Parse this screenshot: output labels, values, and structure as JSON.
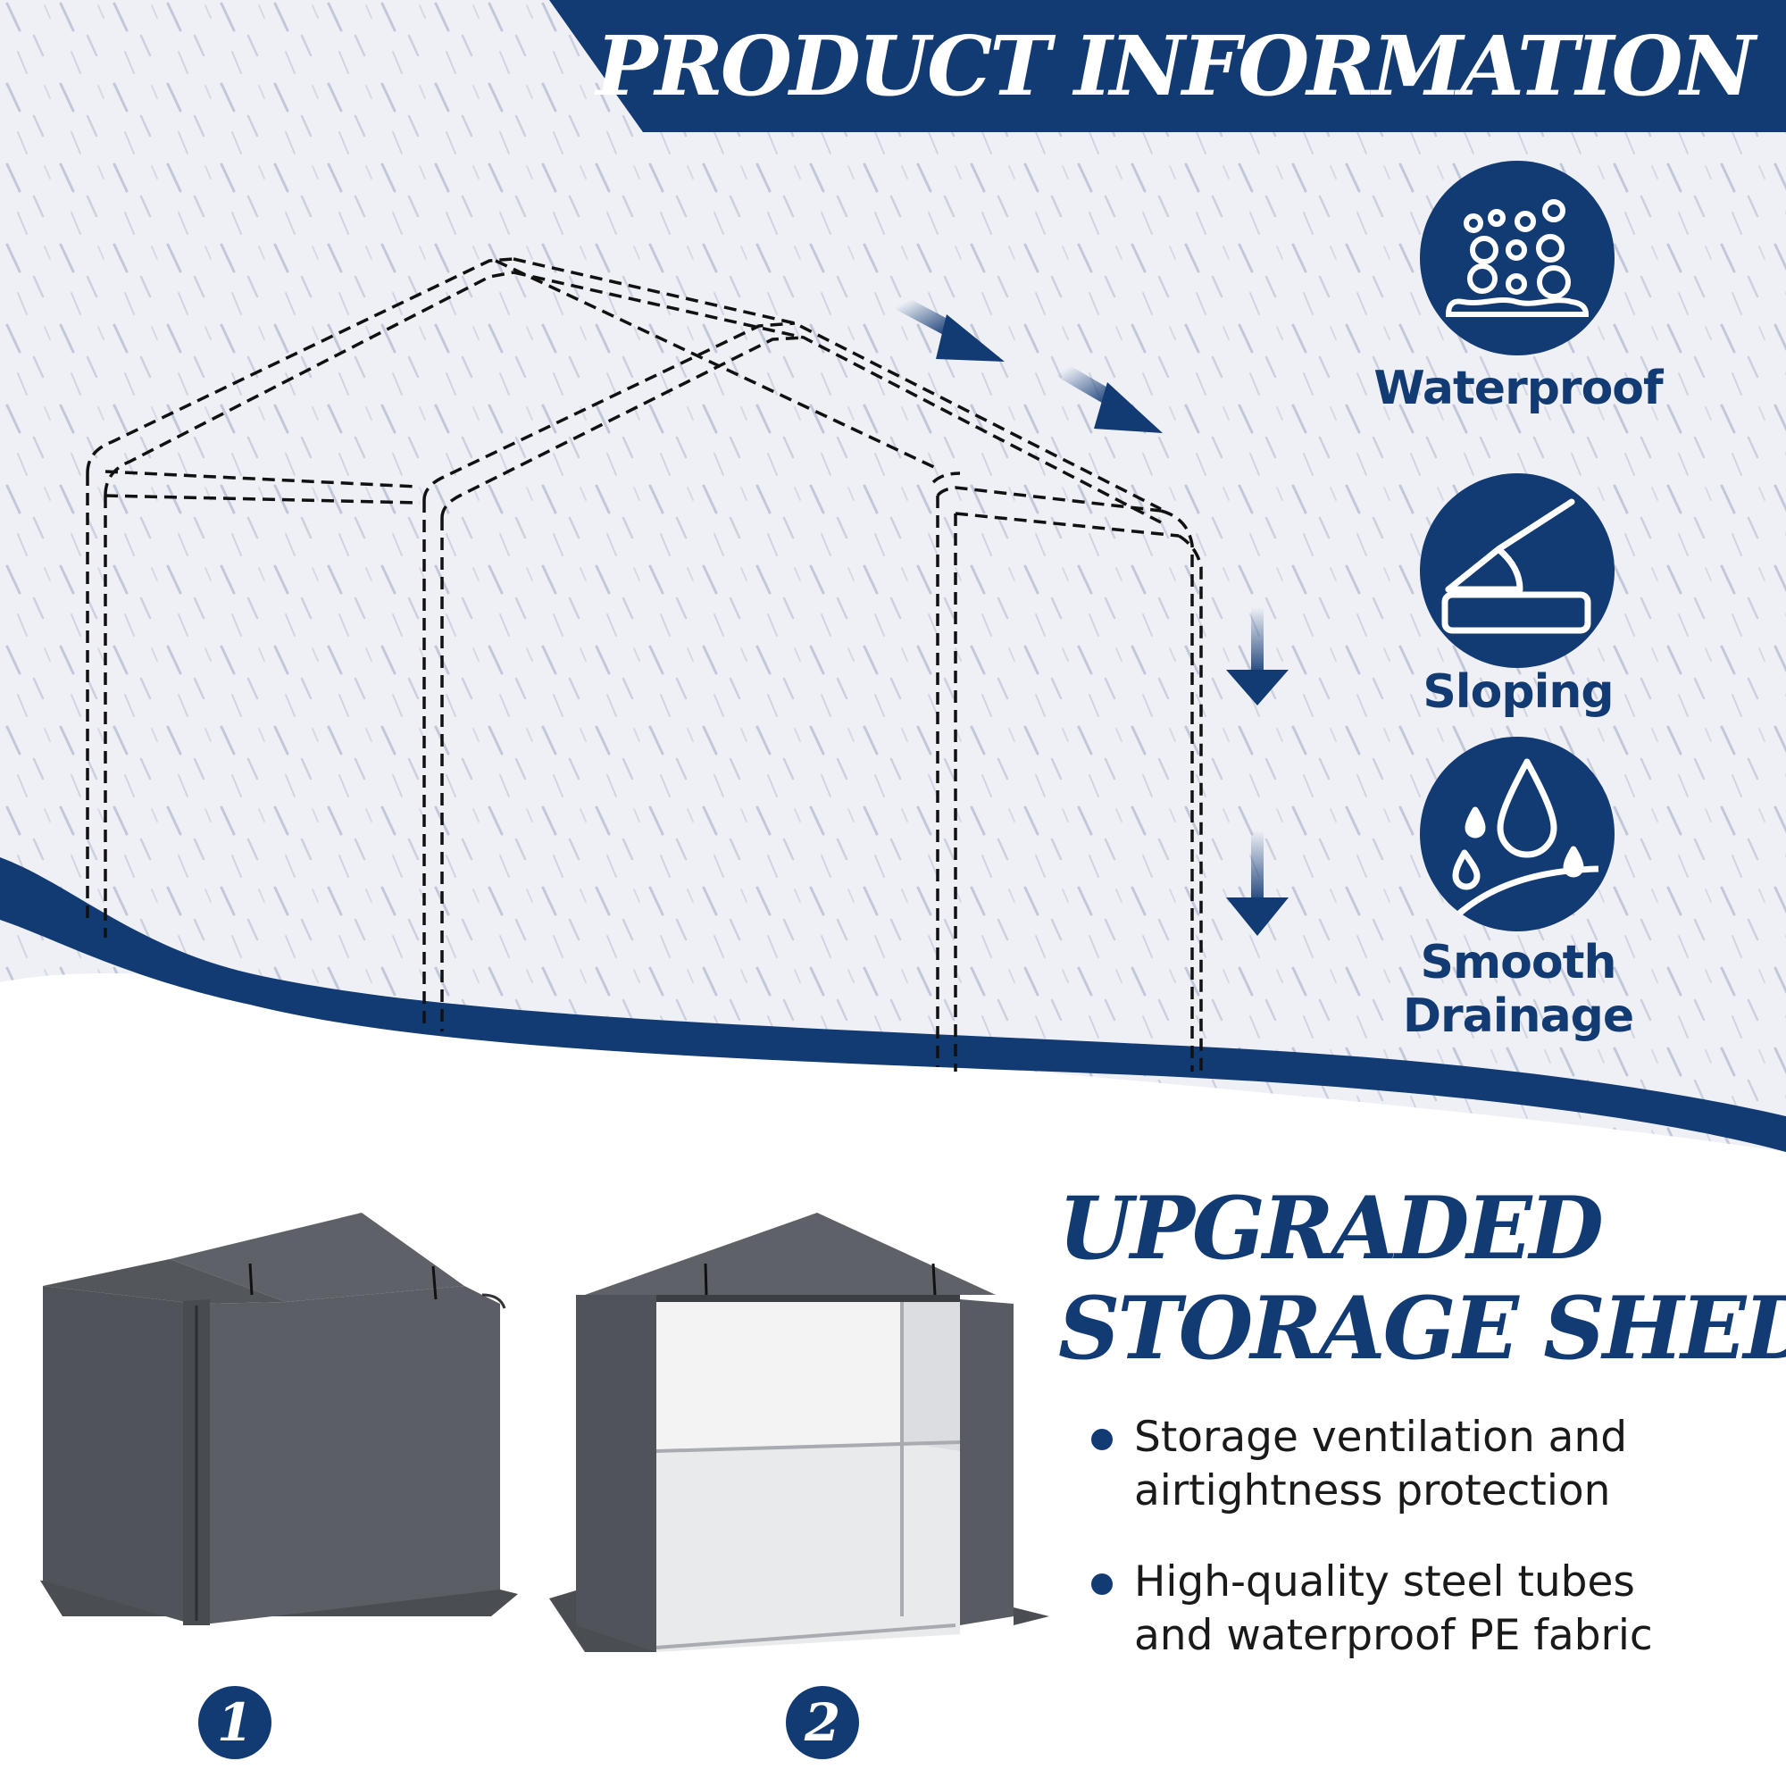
{
  "banner": {
    "title": "PRODUCT INFORMATION"
  },
  "features": [
    {
      "label": "Waterproof",
      "icon": "bubbles-icon"
    },
    {
      "label": "Sloping",
      "icon": "slope-icon"
    },
    {
      "label": "Smooth Drainage",
      "label_lines": [
        "Smooth",
        "Drainage"
      ],
      "icon": "water-drops-icon"
    }
  ],
  "section": {
    "heading_lines": [
      "UPGRADED",
      "STORAGE SHED"
    ],
    "bullets": [
      {
        "lines": [
          "Storage ventilation and",
          "airtightness protection"
        ]
      },
      {
        "lines": [
          "High-quality steel tubes",
          "and waterproof PE fabric"
        ]
      }
    ]
  },
  "products": [
    {
      "number": "1",
      "state": "closed"
    },
    {
      "number": "2",
      "state": "open"
    }
  ],
  "colors": {
    "navy": "#123a73",
    "rain_bg": "#eef0f6",
    "shed_gray": "#55595e"
  }
}
